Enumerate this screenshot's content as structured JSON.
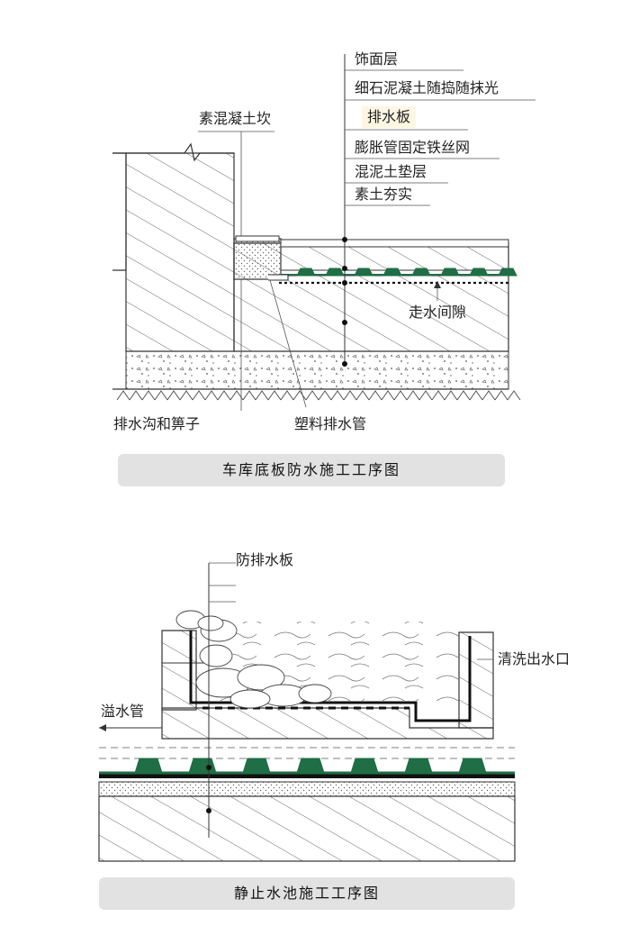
{
  "diagram1": {
    "layer_labels": [
      "饰面层",
      "细石泥凝土随捣随抹光",
      "排水板",
      "膨胀管固定铁丝网",
      "混泥土垫层",
      "素土夯实"
    ],
    "wall_label": "素混凝土坎",
    "gap_label": "走水间隙",
    "drain_label": "排水沟和箅子",
    "pipe_label": "塑料排水管",
    "caption": "车库底板防水施工工序图"
  },
  "diagram2": {
    "board_label": "防排水板",
    "outlet_label": "清洗出水口",
    "overflow_label": "溢水管",
    "caption": "静止水池施工工序图"
  },
  "colors": {
    "board_green": "#1f6e45",
    "line": "#333333",
    "caption_bg": "#e2e2e2",
    "highlight": "#fdf6e3"
  }
}
